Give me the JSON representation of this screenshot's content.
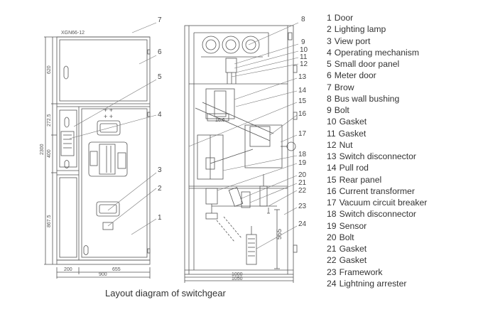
{
  "model_code": "XGN66-12",
  "dimensions": {
    "left_v": [
      "620",
      "272.5",
      "400",
      "2300",
      "867.5"
    ],
    "left_bottom": [
      "200",
      "655",
      "900"
    ],
    "right_bottom": [
      "1000",
      "1050"
    ],
    "right_v": "555"
  },
  "table_label": "16.6",
  "callouts": [
    "7",
    "6",
    "5",
    "4",
    "3",
    "2",
    "1",
    "8",
    "9",
    "10",
    "11",
    "12",
    "13",
    "14",
    "15",
    "16",
    "17",
    "18",
    "19",
    "20",
    "21",
    "22",
    "23",
    "24"
  ],
  "legend": [
    {
      "num": "1",
      "label": "Door"
    },
    {
      "num": "2",
      "label": "Lighting lamp"
    },
    {
      "num": "3",
      "label": "View port"
    },
    {
      "num": "4",
      "label": "Operating mechanism"
    },
    {
      "num": "5",
      "label": "Small door panel"
    },
    {
      "num": "6",
      "label": "Meter door"
    },
    {
      "num": "7",
      "label": "Brow"
    },
    {
      "num": "8",
      "label": "Bus wall bushing"
    },
    {
      "num": "9",
      "label": "Bolt"
    },
    {
      "num": "10",
      "label": "Gasket"
    },
    {
      "num": "11",
      "label": "Gasket"
    },
    {
      "num": "12",
      "label": "Nut"
    },
    {
      "num": "13",
      "label": "Switch disconnector"
    },
    {
      "num": "14",
      "label": "Pull rod"
    },
    {
      "num": "15",
      "label": "Rear panel"
    },
    {
      "num": "16",
      "label": "Current transformer"
    },
    {
      "num": "17",
      "label": "Vacuum circuit breaker"
    },
    {
      "num": "18",
      "label": "Switch disconnector"
    },
    {
      "num": "19",
      "label": "Sensor"
    },
    {
      "num": "20",
      "label": "Bolt"
    },
    {
      "num": "21",
      "label": "Gasket"
    },
    {
      "num": "22",
      "label": "Gasket"
    },
    {
      "num": "23",
      "label": "Framework"
    },
    {
      "num": "24",
      "label": "Lightning arrester"
    }
  ],
  "caption": "Layout diagram of switchgear"
}
